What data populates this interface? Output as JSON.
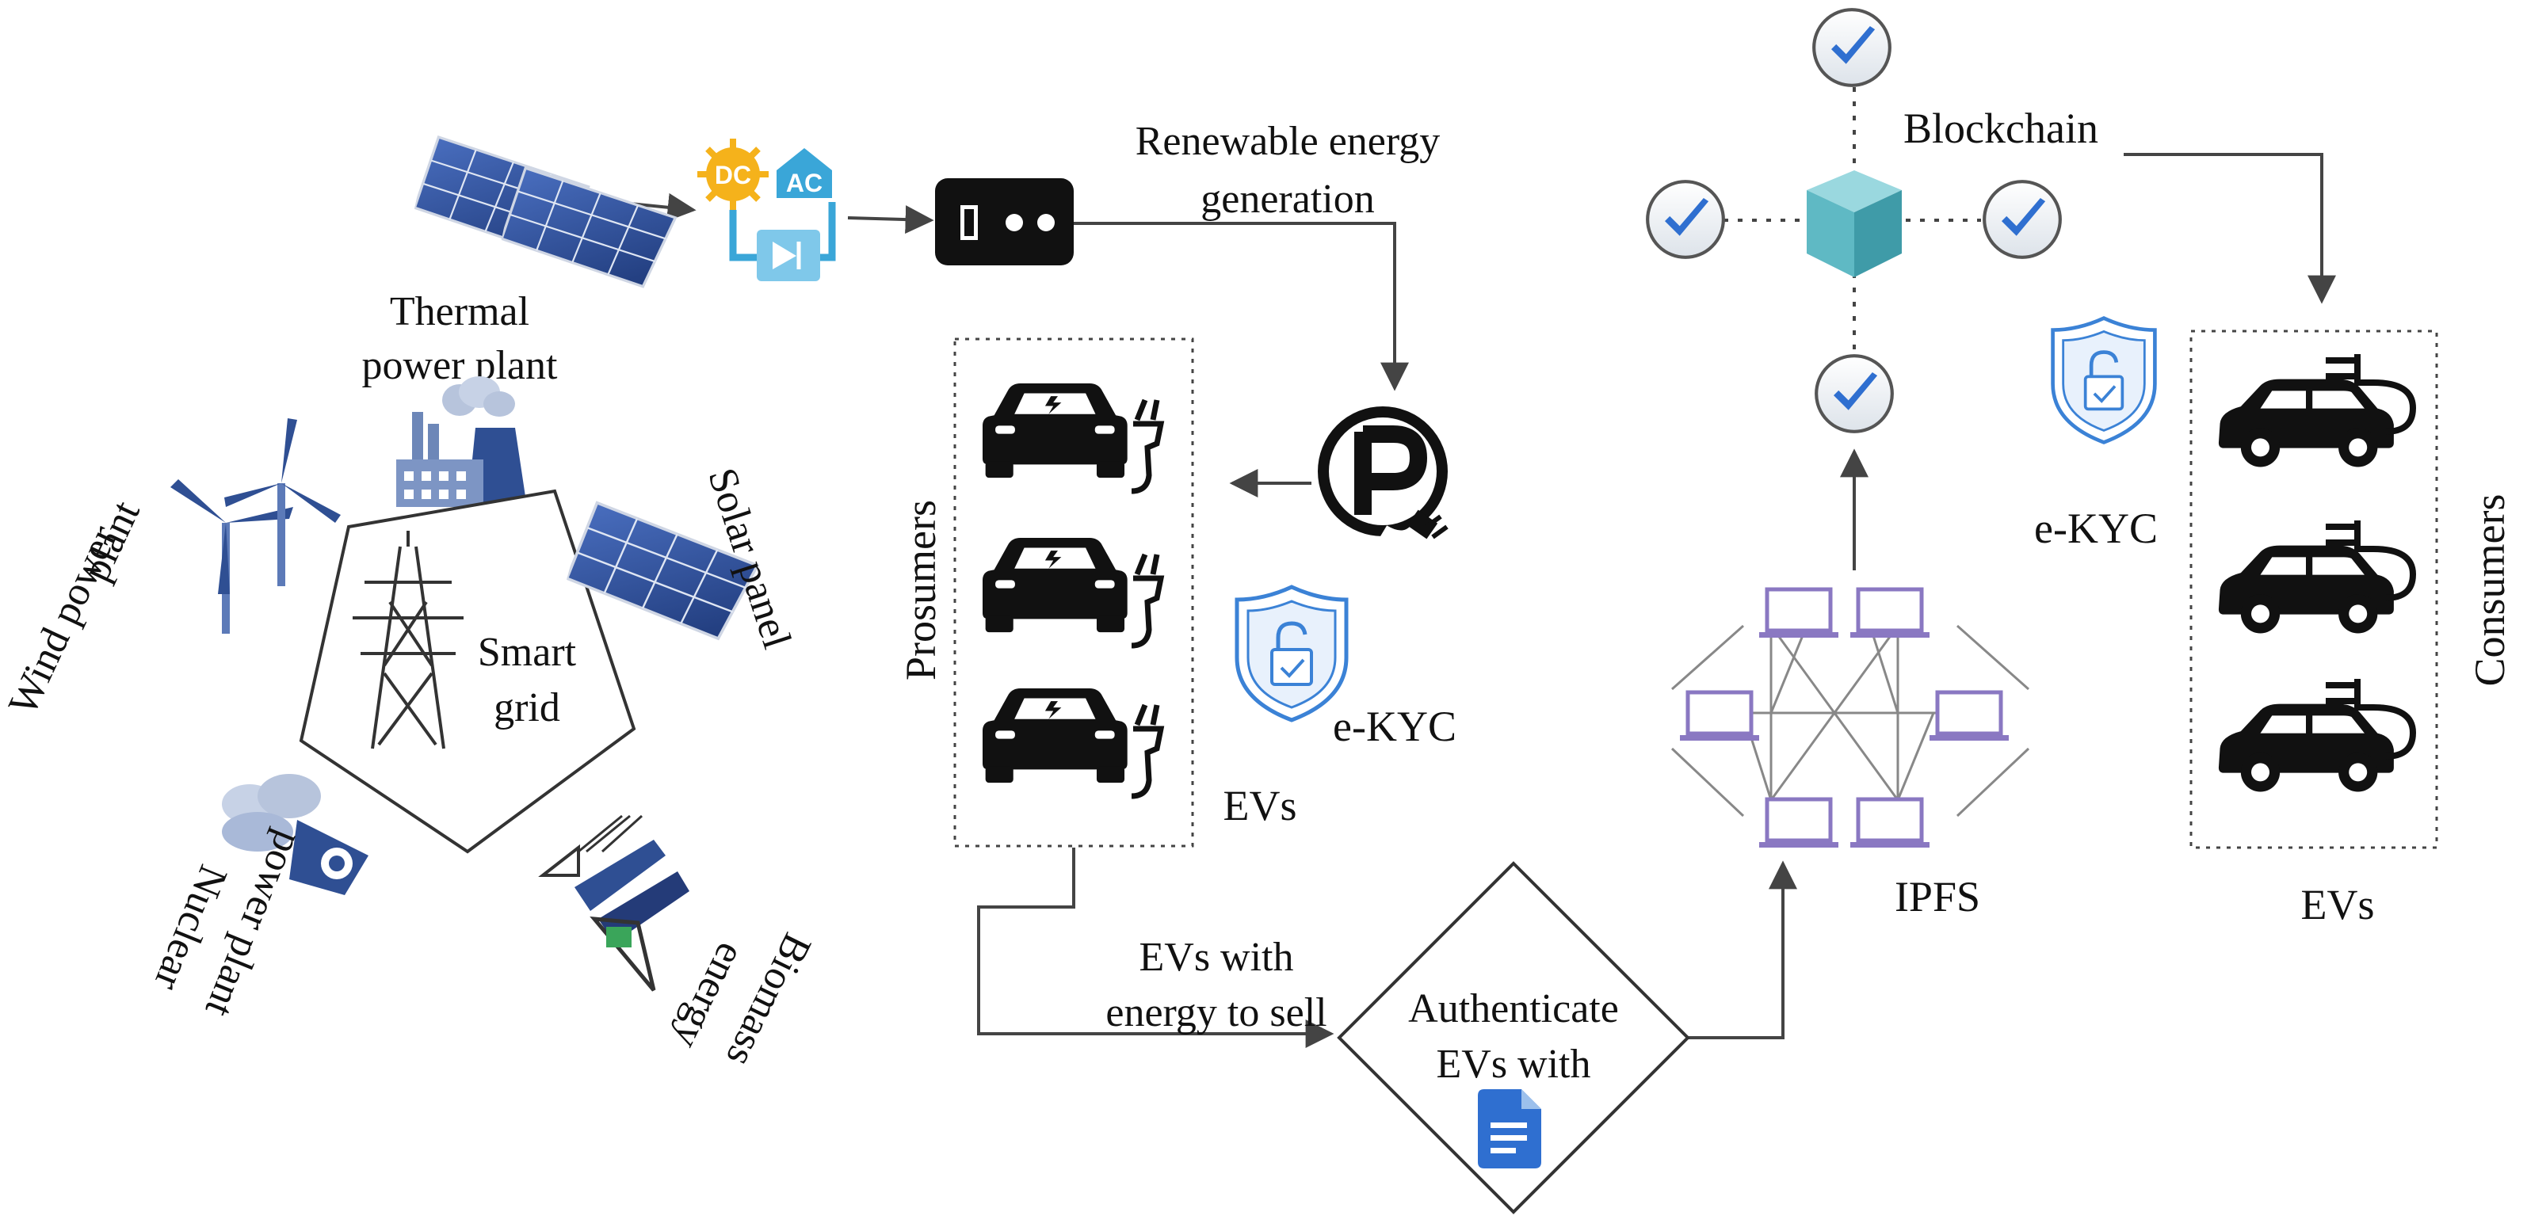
{
  "labels": {
    "renewable_line1": "Renewable energy",
    "renewable_line2": "generation",
    "blockchain": "Blockchain",
    "thermal_line1": "Thermal",
    "thermal_line2": "power plant",
    "wind_line1": "Wind power",
    "wind_line2": "plant",
    "solar": "Solar panel",
    "smart_line1": "Smart",
    "smart_line2": "grid",
    "nuclear_line1": "Nuclear",
    "nuclear_line2": "power plant",
    "biomass_line1": "Biomass",
    "biomass_line2": "energy",
    "prosumers": "Prosumers",
    "ekyc_left": "e-KYC",
    "evs_left": "EVs",
    "evs_sell_line1": "EVs with",
    "evs_sell_line2": "energy to sell",
    "auth_line1": "Authenticate",
    "auth_line2": "EVs with",
    "ipfs": "IPFS",
    "ekyc_right": "e-KYC",
    "consumers": "Consumers",
    "evs_right": "EVs",
    "dc": "DC",
    "ac": "AC"
  },
  "icons": {
    "solar": "solar-panel-icon",
    "inverter": "dc-ac-inverter-icon",
    "meter": "smart-meter-icon",
    "charging": "charging-station-icon",
    "ev": "electric-car-icon",
    "shield": "ekyc-shield-icon",
    "block": "blockchain-cube-icon",
    "check": "verified-check-icon",
    "computer": "computer-node-icon",
    "doc": "document-icon",
    "tower": "transmission-tower-icon",
    "turbine": "wind-turbine-icon",
    "plant": "thermal-plant-icon",
    "nuclear": "nuclear-plant-icon",
    "biomass": "biomass-icon"
  },
  "colors": {
    "line": "#444444",
    "solar": "#2c4f9c",
    "shield": "#3b82d6",
    "cube": "#5fb9c4",
    "check": "#2f6fd0",
    "network": "#8a78c2",
    "inverter": "#3aa6d8",
    "sun": "#f5b21b"
  }
}
